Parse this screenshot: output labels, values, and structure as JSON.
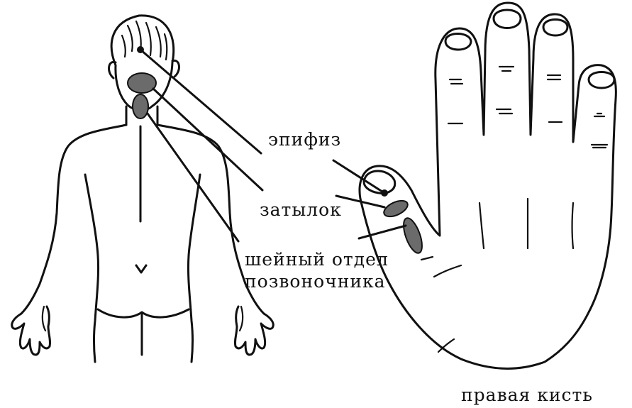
{
  "labels": {
    "epiphysis": "эпифиз",
    "occiput": "затылок",
    "cervical_line1": "шейный отдел",
    "cervical_line2": "позвоночника",
    "right_hand": "правая кисть"
  },
  "colors": {
    "outline": "#111111",
    "zone_fill": "#6b6b6b",
    "background": "#ffffff"
  }
}
